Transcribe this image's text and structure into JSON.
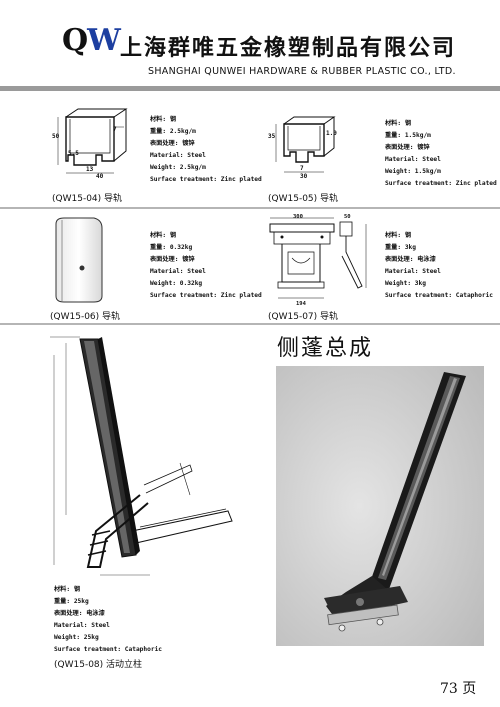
{
  "header": {
    "logo_q": "Q",
    "logo_w": "W",
    "company_cn": "上海群唯五金橡塑制品有限公司",
    "company_en": "SHANGHAI QUNWEI HARDWARE & RUBBER PLASTIC CO., LTD.",
    "brand_color": "#1d3fa0"
  },
  "products": [
    {
      "code": "(QW15-04)",
      "name": "导轨",
      "specs": [
        "材料: 钢",
        "重量: 2.5kg/m",
        "表面处理: 镀锌",
        "Material: Steel",
        "Weight: 2.5kg/m",
        "Surface treatment: Zinc plated"
      ],
      "dims": [
        "50",
        "7",
        "5.5",
        "13",
        "40"
      ]
    },
    {
      "code": "(QW15-05)",
      "name": "导轨",
      "specs": [
        "材料: 钢",
        "重量: 1.5kg/m",
        "表面处理: 镀锌",
        "Material: Steel",
        "Weight: 1.5kg/m",
        "Surface treatment: Zinc plated"
      ],
      "dims": [
        "35",
        "1.9",
        "7",
        "30"
      ]
    },
    {
      "code": "(QW15-06)",
      "name": "导轨",
      "specs": [
        "材料: 钢",
        "重量: 0.32kg",
        "表面处理: 镀锌",
        "Material: Steel",
        "Weight: 0.32kg",
        "Surface treatment: Zinc plated"
      ]
    },
    {
      "code": "(QW15-07)",
      "name": "导轨",
      "specs": [
        "材料: 钢",
        "重量: 3kg",
        "表面处理: 电泳漆",
        "Material: Steel",
        "Weight: 3kg",
        "Surface treatment: Cataphoric"
      ],
      "dims": [
        "300",
        "50",
        "194"
      ]
    },
    {
      "code": "(QW15-08)",
      "name": "活动立柱",
      "specs": [
        "材料: 钢",
        "重量: 25kg",
        "表面处理: 电泳漆",
        "Material: Steel",
        "Weight: 25kg",
        "Surface treatment: Cataphoric"
      ]
    }
  ],
  "assembly_title": "侧蓬总成",
  "page_number": "73 页"
}
